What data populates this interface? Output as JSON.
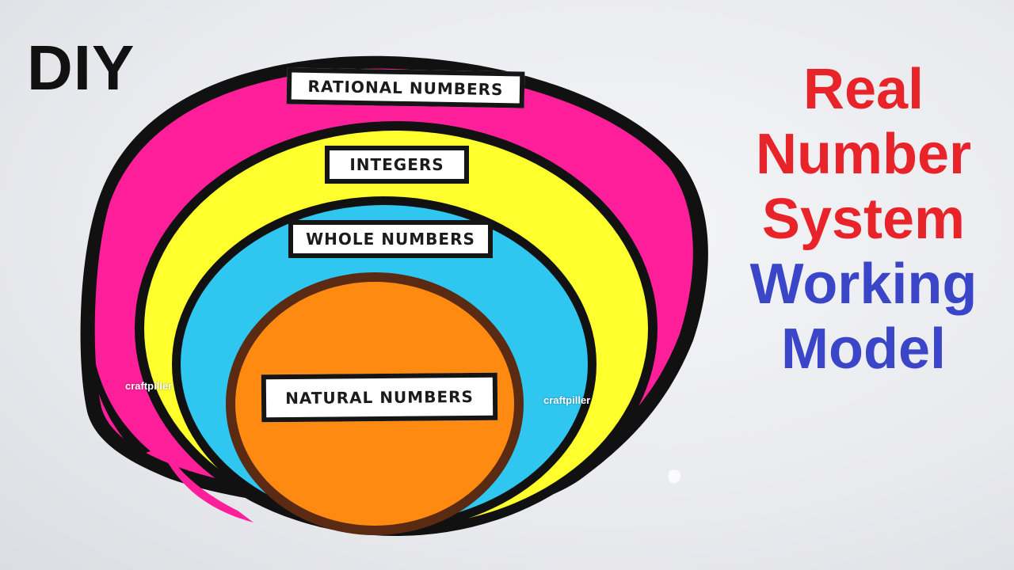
{
  "header": {
    "diy": "DIY"
  },
  "title": {
    "line1": "Real",
    "line2": "Number",
    "line3": "System",
    "line4": "Working",
    "line5": "Model"
  },
  "labels": {
    "rational": "RATIONAL NUMBERS",
    "integers": "INTEGERS",
    "whole": "WHOLE NUMBERS",
    "natural": "NATURAL NUMBERS"
  },
  "watermarks": {
    "left": "craftpiller",
    "right": "craftpiller"
  },
  "colors": {
    "rational": "#ff1f9a",
    "integers": "#ffff2e",
    "whole": "#2fc6f0",
    "natural": "#ff8a12",
    "title_red": "#e8232a",
    "title_blue": "#3a45c7"
  }
}
